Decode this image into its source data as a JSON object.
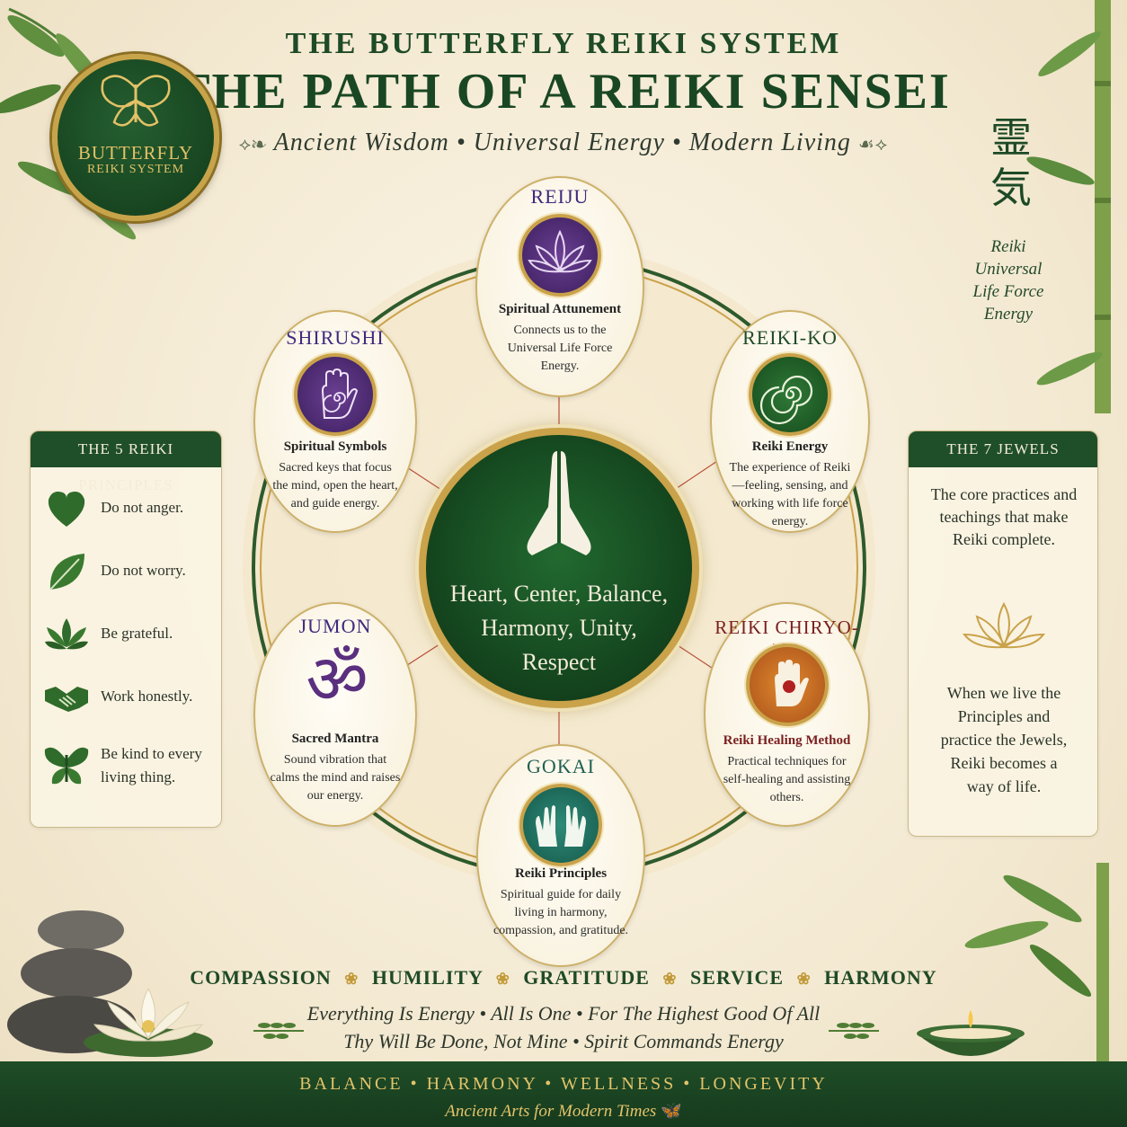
{
  "header": {
    "subtitle": "THE BUTTERFLY REIKI SYSTEM",
    "title": "THE PATH OF A REIKI SENSEI",
    "tagline": "Ancient Wisdom • Universal Energy • Modern Living"
  },
  "logo": {
    "line1": "BUTTERFLY",
    "line2": "REIKI SYSTEM"
  },
  "kanji": {
    "chars": "霊気",
    "caption_lines": [
      "Reiki",
      "Universal",
      "Life Force",
      "Energy"
    ]
  },
  "principles": {
    "heading": "THE 5 REIKI PRINCIPLES",
    "items": [
      {
        "icon": "heart-icon",
        "text": "Do not anger."
      },
      {
        "icon": "leaf-icon",
        "text": "Do not worry."
      },
      {
        "icon": "lotus-icon",
        "text": "Be grateful."
      },
      {
        "icon": "handshake-icon",
        "text": "Work honestly."
      },
      {
        "icon": "butterfly-icon",
        "text": "Be kind to every living thing."
      }
    ]
  },
  "jewels": {
    "heading": "THE 7 JEWELS",
    "description": "The core practices and teachings that make Reiki complete.",
    "footer": "When we live the Principles and practice the Jewels, Reiki becomes a way of life."
  },
  "center": {
    "icon": "praying-hands-icon",
    "text": "Heart, Center, Balance, Harmony, Unity, Respect"
  },
  "nodes": {
    "reiju": {
      "title": "REIJU",
      "icon": "lotus-icon",
      "name": "Spiritual Attunement",
      "desc": "Connects us to the Universal Life Force Energy."
    },
    "reiki_ko": {
      "title": "REIKI-KO",
      "icon": "spiral-icon",
      "name": "Reiki Energy",
      "desc": "The experience of Reiki—feeling, sensing, and working with life force energy."
    },
    "chiryo_ho": {
      "title": "REIKI CHIRYO-HO",
      "icon": "healing-hand-icon",
      "name": "Reiki Healing Method",
      "desc": "Practical techniques for self-healing and assisting others."
    },
    "gokai": {
      "title": "GOKAI",
      "icon": "open-hands-icon",
      "name": "Reiki Principles",
      "desc": "Spiritual guide for daily living in harmony, compassion, and gratitude."
    },
    "jumon": {
      "title": "JUMON",
      "icon": "om-icon",
      "glyph": "ॐ",
      "name": "Sacred Mantra",
      "desc": "Sound vibration that calms the mind and raises our energy."
    },
    "shirushi": {
      "title": "SHIRUSHI",
      "icon": "hand-spiral-icon",
      "name": "Spiritual Symbols",
      "desc": "Sacred keys that focus the mind, open the heart, and guide energy."
    }
  },
  "values": [
    "COMPASSION",
    "HUMILITY",
    "GRATITUDE",
    "SERVICE",
    "HARMONY"
  ],
  "mottos": {
    "line1": "Everything Is Energy • All Is One • For The Highest Good Of All",
    "line2": "Thy Will Be Done, Not Mine • Spirit Commands Energy"
  },
  "footer": {
    "line1": "BALANCE • HARMONY • WELLNESS • LONGEVITY",
    "line2": "Ancient Arts for Modern Times"
  },
  "colors": {
    "forest_green": "#1f4f28",
    "gold": "#c9a24a",
    "cream": "#f7efd9",
    "purple": "#4a2a7a",
    "orange": "#c8641e",
    "teal": "#1f6f62"
  }
}
